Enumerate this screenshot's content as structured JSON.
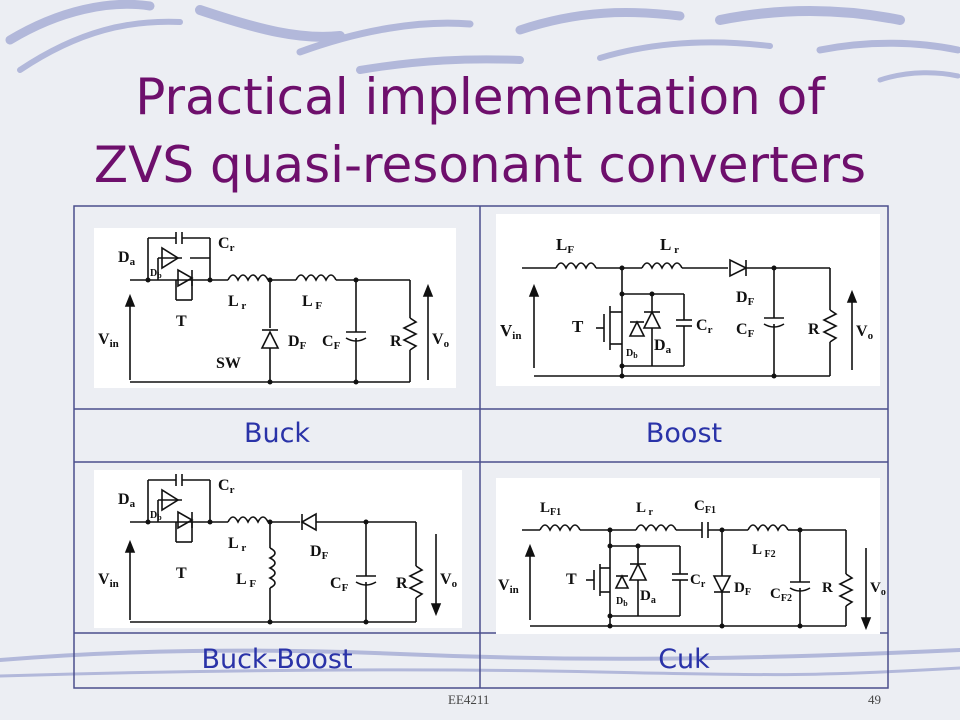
{
  "slide": {
    "title_line1": "Practical implementation of",
    "title_line2": "ZVS quasi-resonant converters",
    "footer_left": "EE4211",
    "footer_right": "49"
  },
  "cells": [
    {
      "id": "buck",
      "label": "Buck"
    },
    {
      "id": "boost",
      "label": "Boost"
    },
    {
      "id": "buck-boost",
      "label": "Buck-Boost"
    },
    {
      "id": "cuk",
      "label": "Cuk"
    }
  ],
  "circuit_labels": {
    "buck": [
      "Da",
      "Db",
      "Cr",
      "Lr",
      "LF",
      "T",
      "Vin",
      "SW",
      "DF",
      "CF",
      "R",
      "Vo"
    ],
    "boost": [
      "LF",
      "Lr",
      "Vin",
      "T",
      "Db",
      "Da",
      "Cr",
      "DF",
      "CF",
      "R",
      "Vo"
    ],
    "buck_boost": [
      "Da",
      "Db",
      "Cr",
      "Lr",
      "LF",
      "T",
      "Vin",
      "DF",
      "CF",
      "R",
      "Vo"
    ],
    "cuk": [
      "LF1",
      "Lr",
      "CF1",
      "LF2",
      "Vin",
      "T",
      "Db",
      "Da",
      "Cr",
      "DF",
      "CF2",
      "R",
      "Vo"
    ]
  },
  "colors": {
    "title": "#6e0f6c",
    "label": "#2a33a8",
    "grid": "#4b4f8c",
    "background": "#eceef3",
    "swoosh": "#a9afd6"
  }
}
